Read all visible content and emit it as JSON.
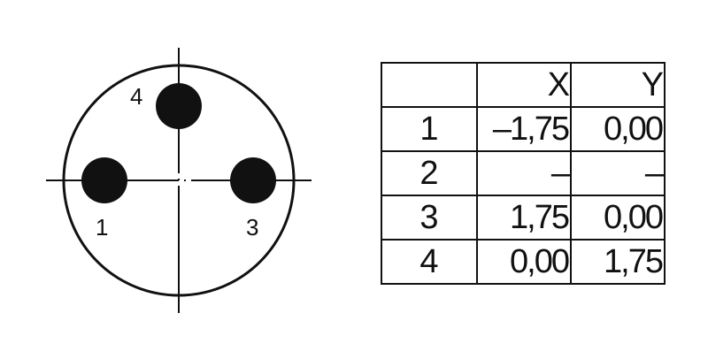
{
  "diagram": {
    "pins": [
      {
        "label": "1"
      },
      {
        "label": "3"
      },
      {
        "label": "4"
      }
    ]
  },
  "table": {
    "header": [
      "",
      "X",
      "Y"
    ],
    "rows": [
      [
        "1",
        "–1,75",
        "0,00"
      ],
      [
        "2",
        "–",
        "–"
      ],
      [
        "3",
        "1,75",
        "0,00"
      ],
      [
        "4",
        "0,00",
        "1,75"
      ]
    ]
  }
}
